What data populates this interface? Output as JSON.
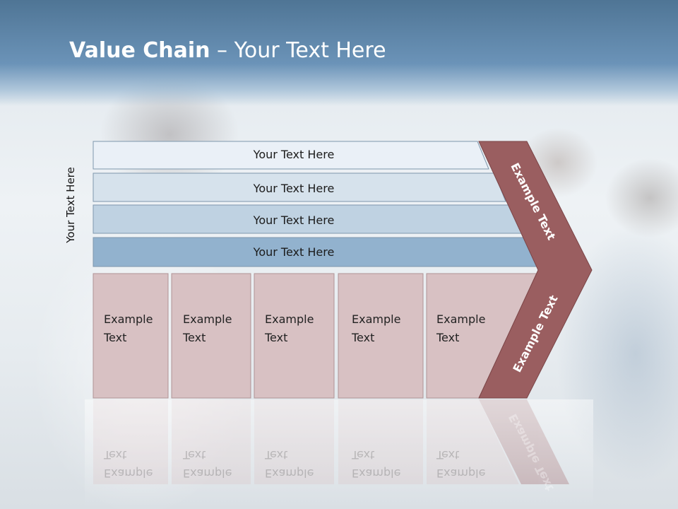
{
  "slide": {
    "title_bold": "Value Chain",
    "title_rest": " – Your Text Here",
    "side_label": "Your Text Here"
  },
  "rows": [
    {
      "label": "Your Text Here",
      "color": "#eaf0f7"
    },
    {
      "label": "Your Text Here",
      "color": "#d6e2ec"
    },
    {
      "label": "Your Text Here",
      "color": "#bfd2e2"
    },
    {
      "label": "Your Text Here",
      "color": "#92b2ce"
    }
  ],
  "boxes": [
    {
      "line1": "Example",
      "line2": "Text"
    },
    {
      "line1": "Example",
      "line2": "Text"
    },
    {
      "line1": "Example",
      "line2": "Text"
    },
    {
      "line1": "Example",
      "line2": "Text"
    },
    {
      "line1": "Example",
      "line2": "Text"
    }
  ],
  "chevron": {
    "upper_label": "Example Text",
    "lower_label": "Example Text",
    "color": "#9a5e60"
  },
  "colors": {
    "header": "#5f88ad",
    "box_fill": "#d8c1c3",
    "box_border": "#b09496"
  }
}
